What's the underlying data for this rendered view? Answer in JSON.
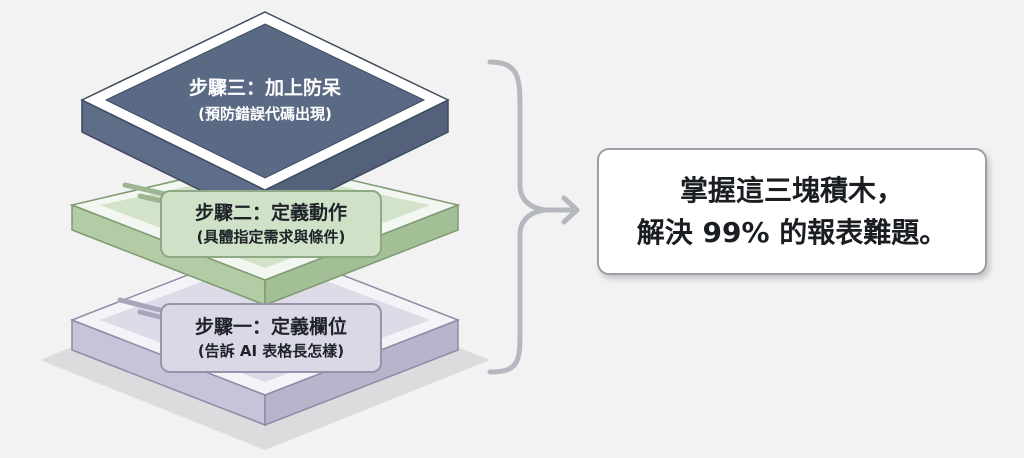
{
  "layers": [
    {
      "title": "步驟三：加上防呆",
      "subtitle": "(預防錯誤代碼出現)",
      "color": "#5b6a84"
    },
    {
      "title": "步驟二：定義動作",
      "subtitle": "(具體指定需求與條件)",
      "color": "#a9c49c"
    },
    {
      "title": "步驟一：定義欄位",
      "subtitle": "(告訴 AI 表格長怎樣)",
      "color": "#c9c5da"
    }
  ],
  "summary": {
    "line1": "掌握這三塊積木，",
    "line2": "解決 99% 的報表難題。"
  }
}
